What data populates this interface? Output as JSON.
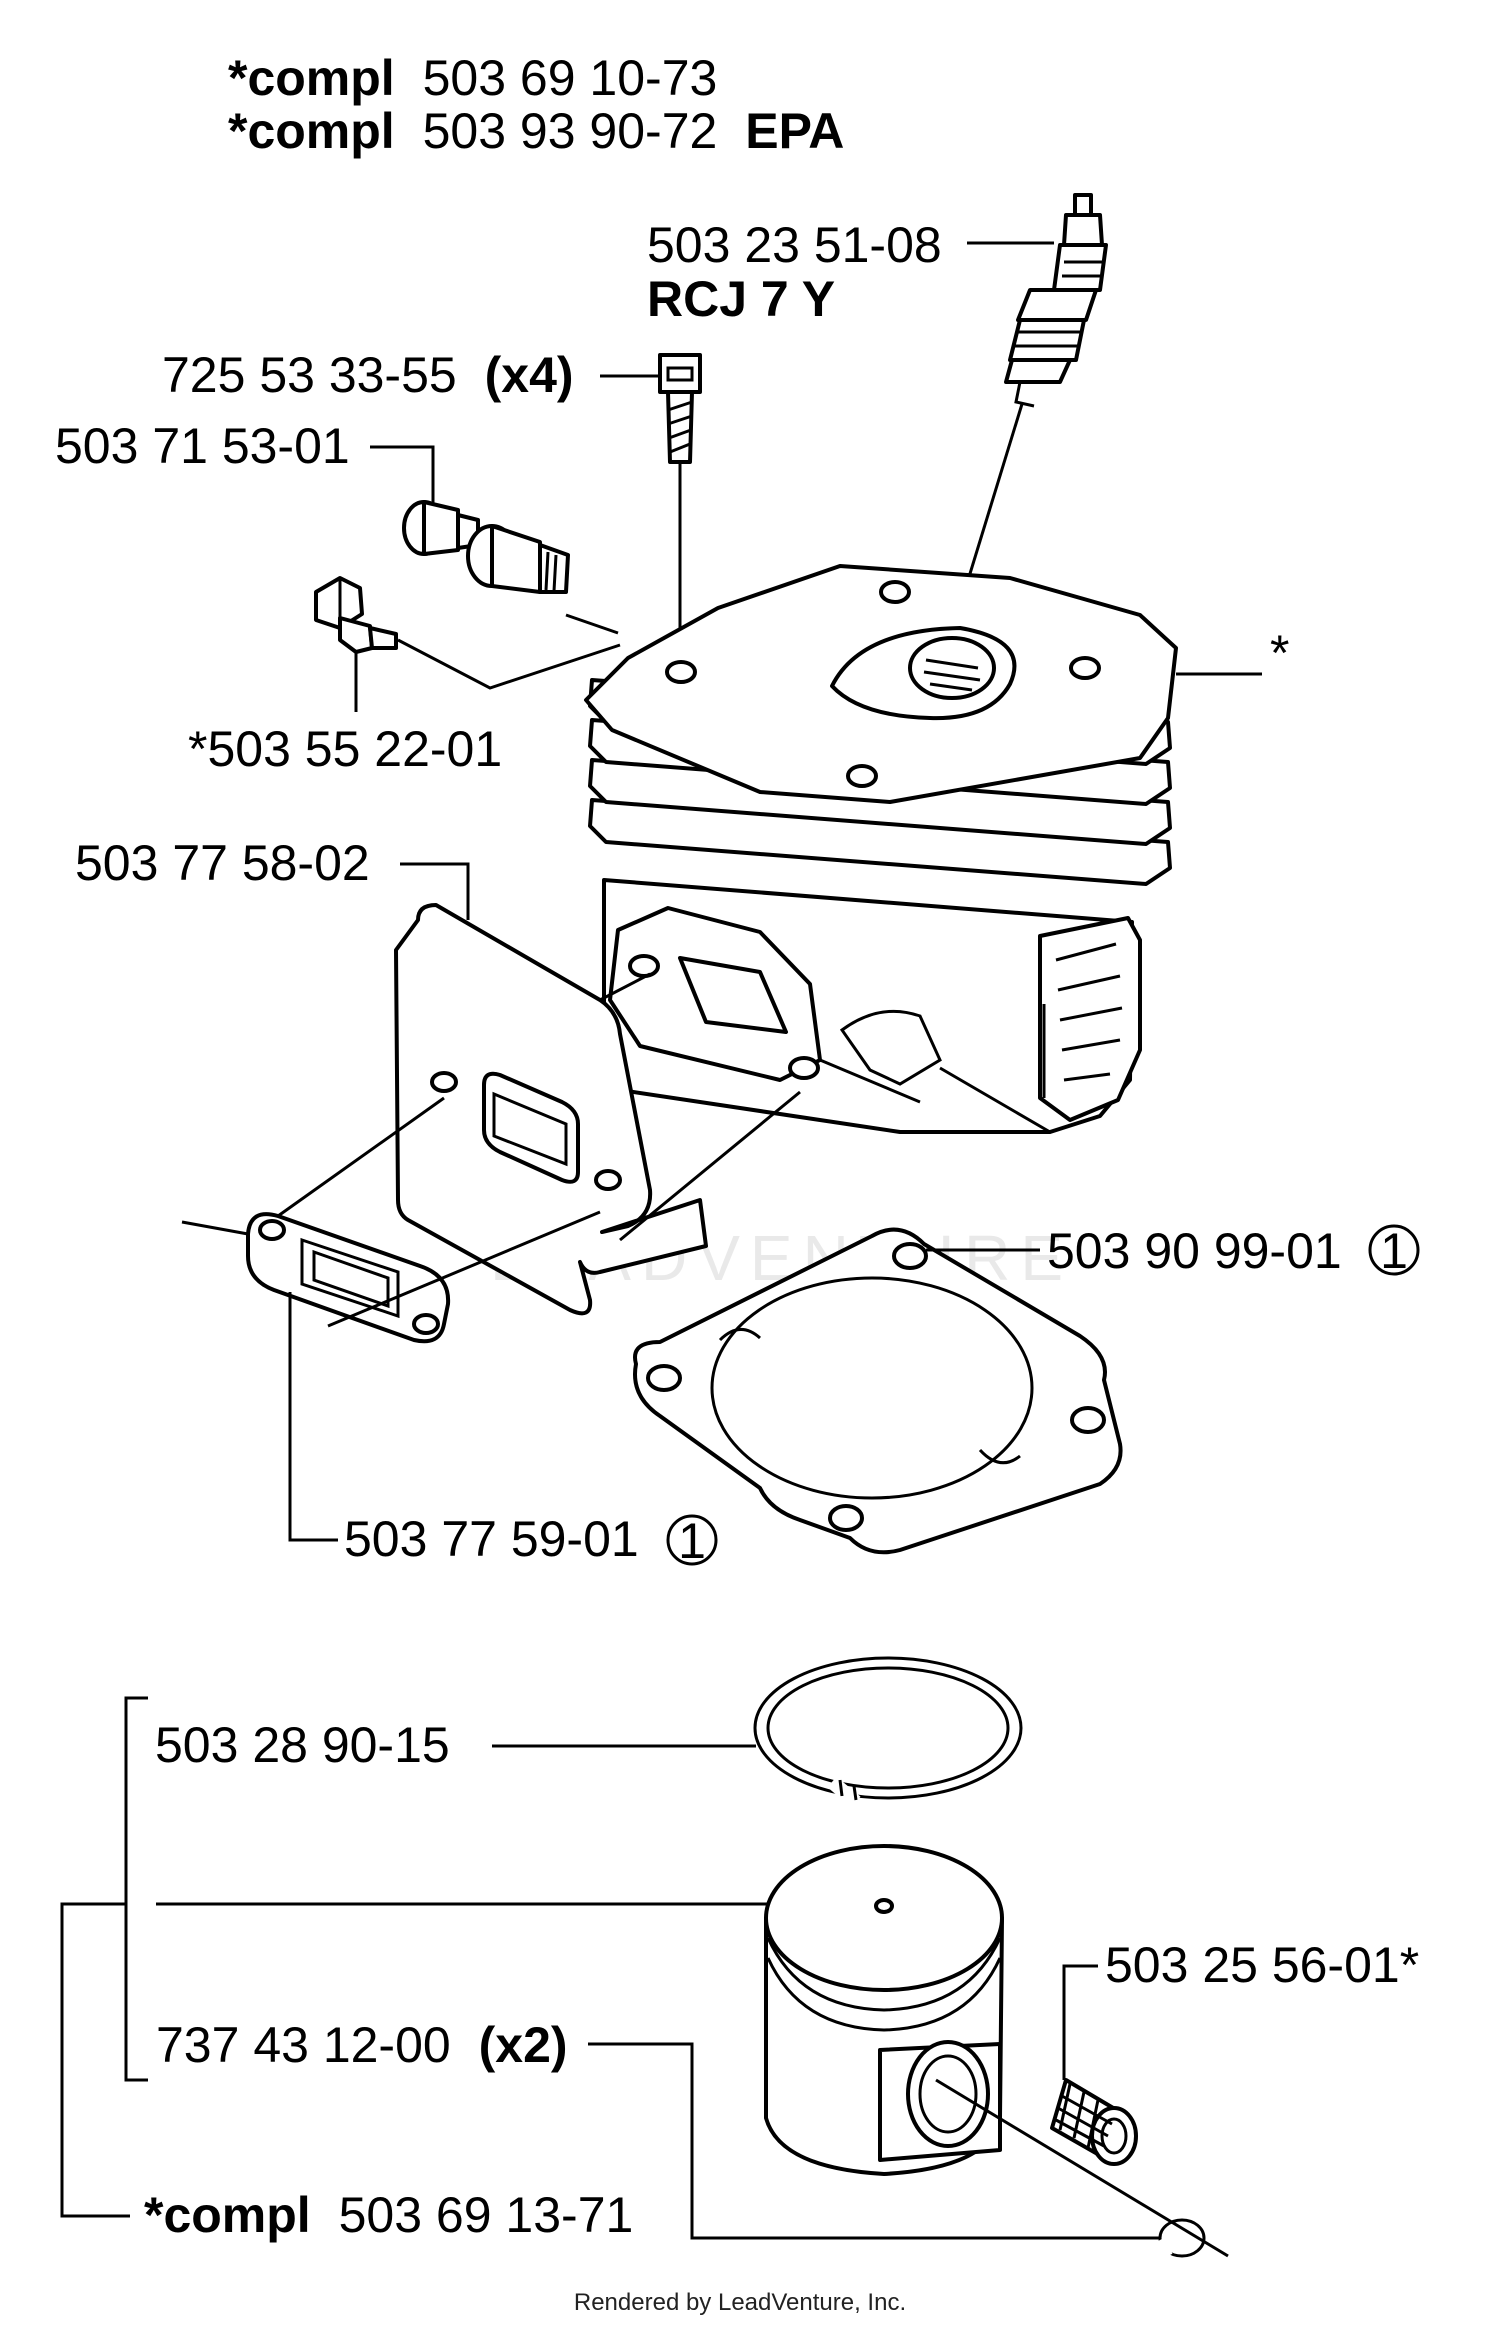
{
  "header": {
    "line1": {
      "prefix": "*compl",
      "number": "503 69 10-73"
    },
    "line2": {
      "prefix": "*compl",
      "number": "503 93 90-72",
      "suffix": "EPA"
    }
  },
  "parts": {
    "spark_plug": {
      "number": "503 23 51-08",
      "type": "RCJ 7 Y"
    },
    "screw": {
      "number": "725 53 33-55",
      "qty": "(x4)"
    },
    "decompression_valve": {
      "number": "503 71 53-01"
    },
    "plug": {
      "number": "*503 55 22-01"
    },
    "cylinder": {
      "number": "*"
    },
    "heat_shield": {
      "number": "503 77 58-02"
    },
    "cylinder_gasket": {
      "number": "503 90 99-01",
      "note": "1"
    },
    "exhaust_gasket": {
      "number": "503 77 59-01",
      "note": "1"
    },
    "piston_ring": {
      "number": "503 28 90-15"
    },
    "needle_bearing": {
      "number": "503 25 56-01*"
    },
    "circlip": {
      "number": "737 43 12-00",
      "qty": "(x2)"
    },
    "piston_kit": {
      "prefix": "*compl",
      "number": "503 69 13-71"
    }
  },
  "watermark": "LEADVENTURE",
  "footer": "Rendered by LeadVenture, Inc."
}
